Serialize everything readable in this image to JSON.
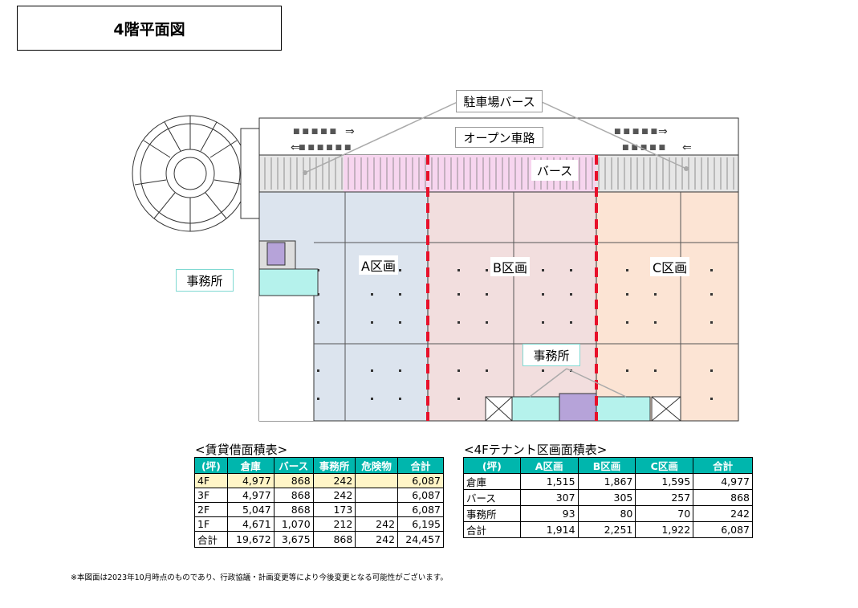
{
  "title": "4階平面図",
  "callouts": {
    "parking_berth": "駐車場バース",
    "open_road": "オープン車路",
    "berth": "バース",
    "office_left": "事務所",
    "office_center": "事務所"
  },
  "zones": {
    "a": "A区画",
    "b": "B区画",
    "c": "C区画"
  },
  "road_arrows": {
    "right": "⇒",
    "left": "⇐"
  },
  "lease_table": {
    "title": "<賃貸借面積表>",
    "headers": [
      "(坪)",
      "倉庫",
      "バース",
      "事務所",
      "危険物",
      "合計"
    ],
    "rows": [
      [
        "4F",
        "4,977",
        "868",
        "242",
        "",
        "6,087"
      ],
      [
        "3F",
        "4,977",
        "868",
        "242",
        "",
        "6,087"
      ],
      [
        "2F",
        "5,047",
        "868",
        "173",
        "",
        "6,087"
      ],
      [
        "1F",
        "4,671",
        "1,070",
        "212",
        "242",
        "6,195"
      ],
      [
        "合計",
        "19,672",
        "3,675",
        "868",
        "242",
        "24,457"
      ]
    ]
  },
  "tenant_table": {
    "title": "<4Fテナント区画面積表>",
    "headers": [
      "(坪)",
      "A区画",
      "B区画",
      "C区画",
      "合計"
    ],
    "rows": [
      [
        "倉庫",
        "1,515",
        "1,867",
        "1,595",
        "4,977"
      ],
      [
        "バース",
        "307",
        "305",
        "257",
        "868"
      ],
      [
        "事務所",
        "93",
        "80",
        "70",
        "242"
      ],
      [
        "合計",
        "1,914",
        "2,251",
        "1,922",
        "6,087"
      ]
    ]
  },
  "note": "※本図面は2023年10月時点のものであり、行政協議・計画変更等により今後変更となる可能性がございます。",
  "colors": {
    "zone_a": "#dce4ee",
    "zone_b": "#f2dede",
    "zone_c": "#fce4d4",
    "berth_pink": "#f7d5ef",
    "office_teal": "#b5f2ec",
    "divider_red": "#e8102a",
    "table_header": "#00b6ad",
    "highlight_row": "#fff5c7"
  }
}
